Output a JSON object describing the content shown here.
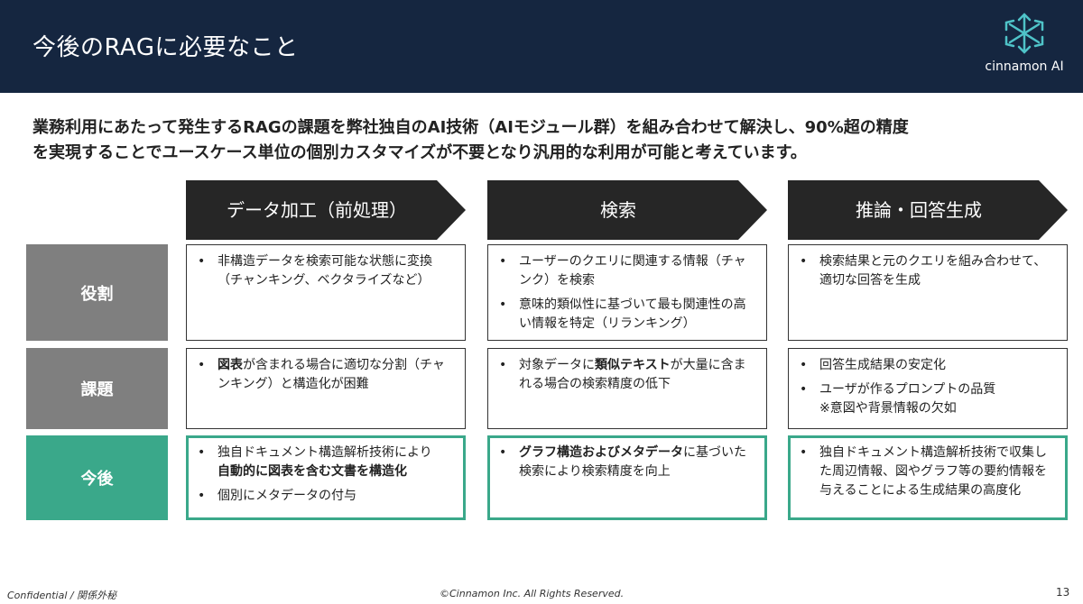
{
  "header": {
    "title": "今後のRAGに必要なこと",
    "logo_text": "cinnamon AI",
    "logo_icon": "snowflake-icon"
  },
  "intro": {
    "line1": "業務利用にあたって発生するRAGの課題を弊社独自のAI技術（AIモジュール群）を組み合わせて解決し、90%超の精度",
    "line2": "を実現することでユースケース単位の個別カスタマイズが不要となり汎用的な利用が可能と考えています。"
  },
  "columns": [
    {
      "label": "データ加工（前処理）"
    },
    {
      "label": "検索"
    },
    {
      "label": "推論・回答生成"
    }
  ],
  "rows": [
    {
      "label": "役割",
      "color": "#7f7f7f"
    },
    {
      "label": "課題",
      "color": "#7f7f7f"
    },
    {
      "label": "今後",
      "color": "#3aa88a"
    }
  ],
  "cells": {
    "r0c0": {
      "b1": "非構造データを検索可能な状態に変換（チャンキング、ベクタライズなど）"
    },
    "r0c1": {
      "b1": "ユーザーのクエリに関連する情報（チャンク）を検索",
      "b2": "意味的類似性に基づいて最も関連性の高い情報を特定（リランキング）"
    },
    "r0c2": {
      "b1": "検索結果と元のクエリを組み合わせて、適切な回答を生成"
    },
    "r1c0": {
      "b1_bold": "図表",
      "b1_rest": "が含まれる場合に適切な分割（チャンキング）と構造化が困難"
    },
    "r1c1": {
      "b1_pre": "対象データに",
      "b1_bold": "類似テキスト",
      "b1_rest": "が大量に含まれる場合の検索精度の低下"
    },
    "r1c2": {
      "b1": "回答生成結果の安定化",
      "b2": "ユーザが作るプロンプトの品質",
      "b2_note": "※意図や背景情報の欠如"
    },
    "r2c0": {
      "b1_pre": "独自ドキュメント構造解析技術により",
      "b1_bold": "自動的に図表を含む文書を構造化",
      "b2": "個別にメタデータの付与"
    },
    "r2c1": {
      "b1_bold": "グラフ構造およびメタデータ",
      "b1_rest": "に基づいた検索により検索精度を向上"
    },
    "r2c2": {
      "b1": "独自ドキュメント構造解析技術で収集した周辺情報、図やグラフ等の要約情報を与えることによる生成結果の高度化"
    }
  },
  "footer": {
    "left": "Confidential / 関係外秘",
    "center": "©Cinnamon Inc. All Rights Reserved.",
    "page": "13"
  },
  "colors": {
    "header_bg": "#152640",
    "col_header_bg": "#262626",
    "row_gray": "#7f7f7f",
    "row_green": "#3aa88a",
    "logo_accent": "#4fc3c8"
  }
}
